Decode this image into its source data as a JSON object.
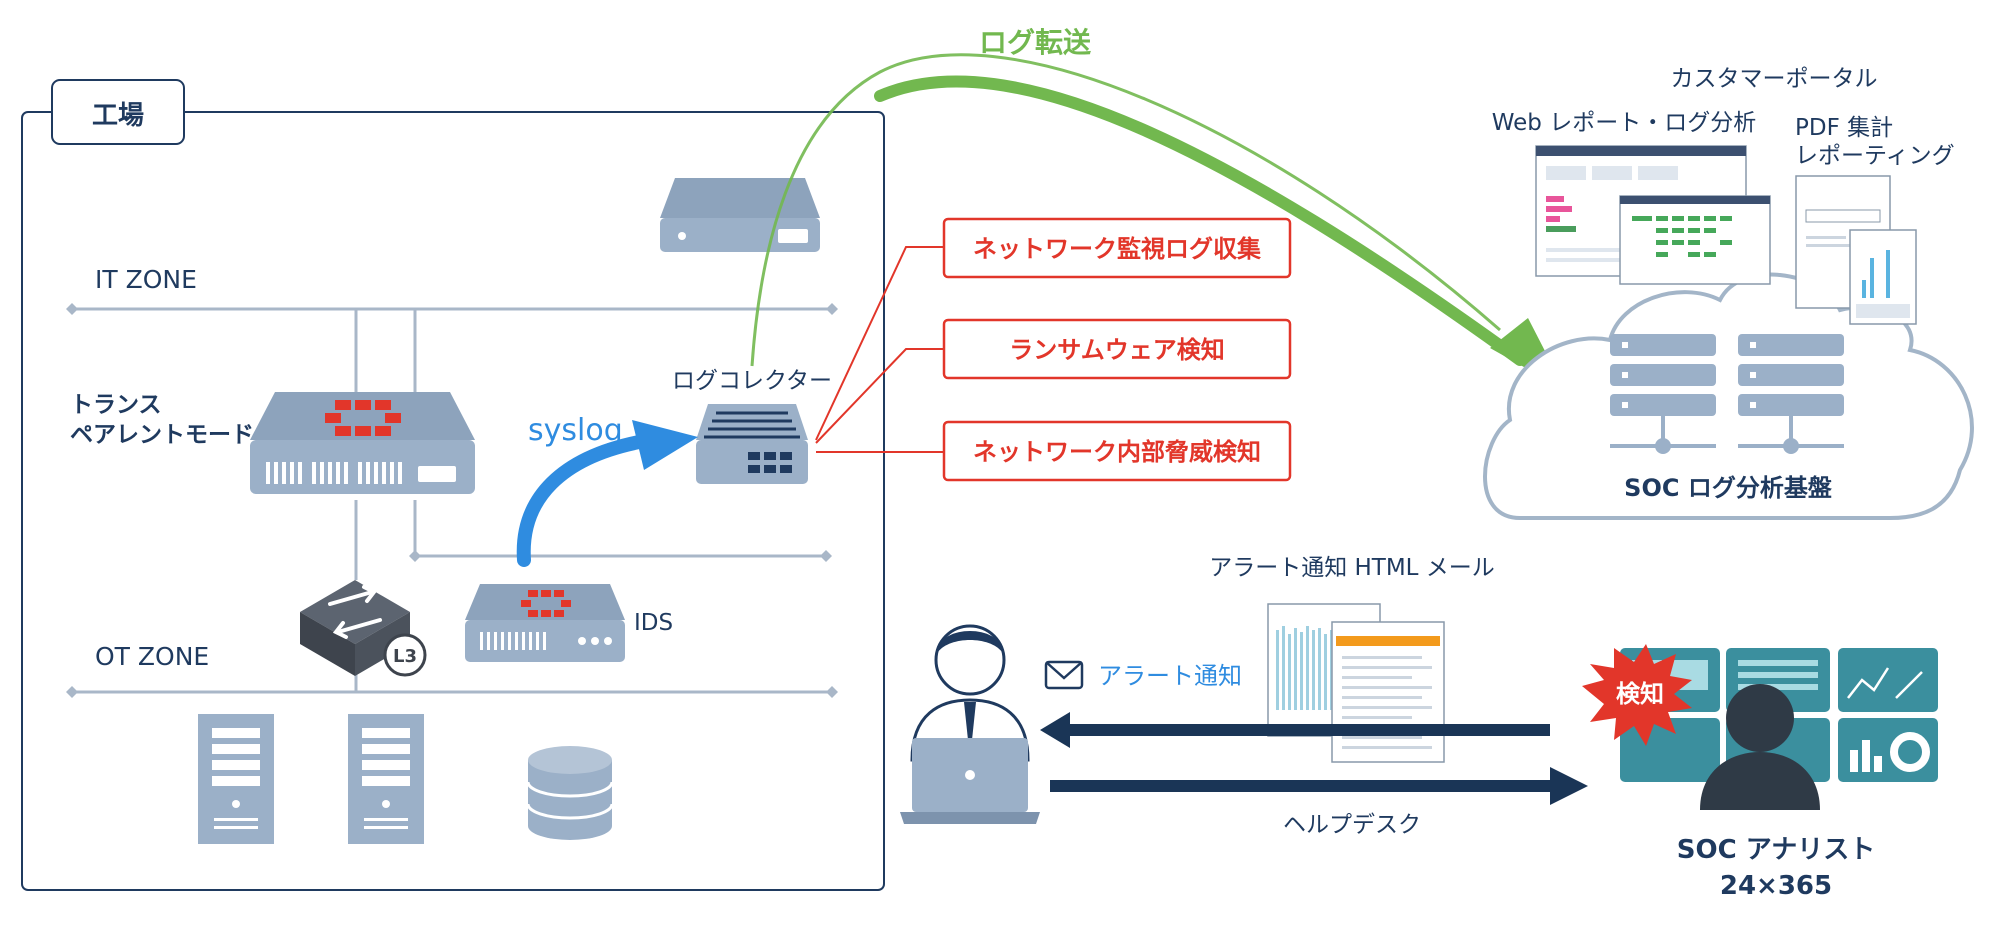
{
  "factory": {
    "label": "工場"
  },
  "zones": {
    "it": "IT ZONE",
    "ot": "OT ZONE"
  },
  "devices": {
    "transparent_mode": [
      "トランス",
      "ペアレントモード"
    ],
    "ids": "IDS",
    "log_collector": "ログコレクター",
    "l3_badge": "L3"
  },
  "flows": {
    "syslog": "syslog",
    "log_forward": "ログ転送",
    "alert_notify": "アラート通知",
    "helpdesk": "ヘルプデスク"
  },
  "detections": [
    "ネットワーク監視ログ収集",
    "ランサムウェア検知",
    "ネットワーク内部脅威検知"
  ],
  "soc": {
    "portal_title": "カスタマーポータル",
    "web_report": "Web レポート・ログ分析",
    "pdf_report": [
      "PDF 集計",
      "レポーティング"
    ],
    "platform": "SOC ログ分析基盤",
    "alert_mail": "アラート通知 HTML メール",
    "detect_burst": "検知",
    "analyst": [
      "SOC アナリスト",
      "24×365"
    ]
  },
  "colors": {
    "navy": "#1f3a5f",
    "device": "#9bb0c8",
    "device_dark": "#7d93ad",
    "red": "#e2362a",
    "green": "#72b84f",
    "blue": "#2f8ce0",
    "line": "#a9b7c8",
    "cloud": "#a3b5c8",
    "monitor": "#3b8f9e"
  }
}
